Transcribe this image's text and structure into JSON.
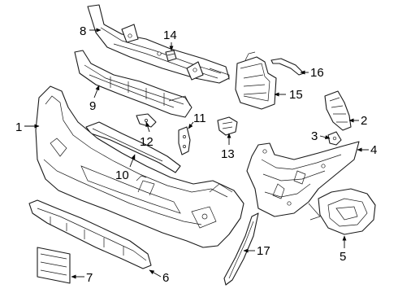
{
  "callouts": [
    {
      "id": "1",
      "label": "1"
    },
    {
      "id": "2",
      "label": "2"
    },
    {
      "id": "3",
      "label": "3"
    },
    {
      "id": "4",
      "label": "4"
    },
    {
      "id": "5",
      "label": "5"
    },
    {
      "id": "6",
      "label": "6"
    },
    {
      "id": "7",
      "label": "7"
    },
    {
      "id": "8",
      "label": "8"
    },
    {
      "id": "9",
      "label": "9"
    },
    {
      "id": "10",
      "label": "10"
    },
    {
      "id": "11",
      "label": "11"
    },
    {
      "id": "12",
      "label": "12"
    },
    {
      "id": "13",
      "label": "13"
    },
    {
      "id": "14",
      "label": "14"
    },
    {
      "id": "15",
      "label": "15"
    },
    {
      "id": "16",
      "label": "16"
    },
    {
      "id": "17",
      "label": "17"
    }
  ],
  "colors": {
    "line": "#1a1a1a",
    "background": "#ffffff"
  }
}
